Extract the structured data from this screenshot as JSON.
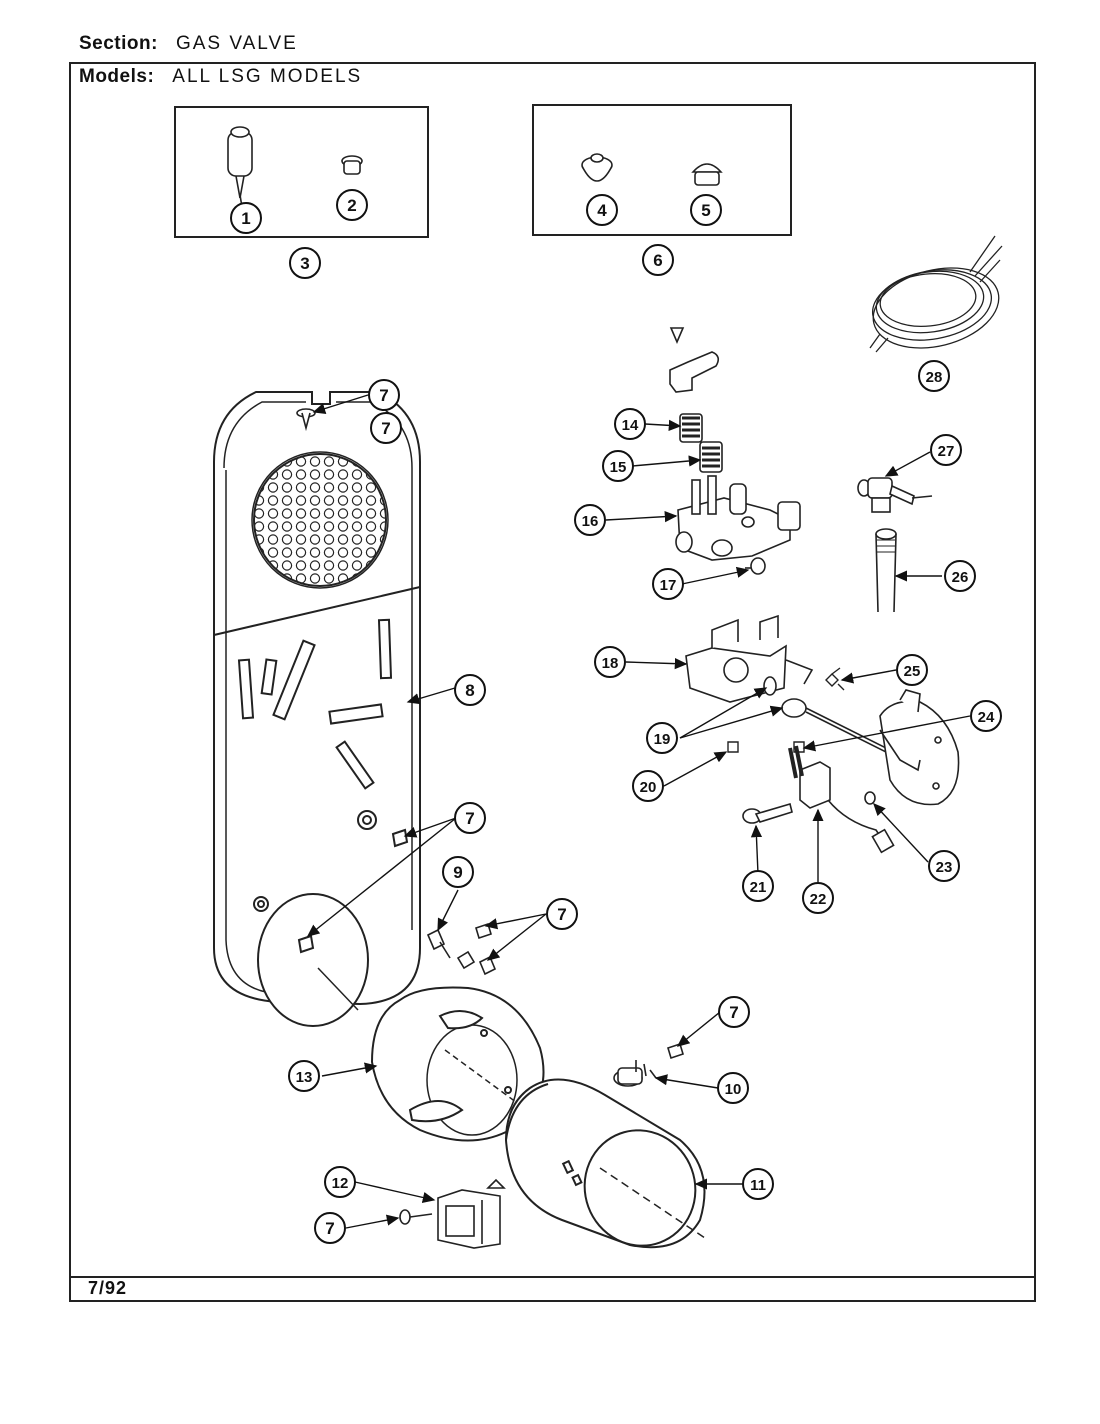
{
  "header": {
    "section_label": "Section:",
    "section_value": "GAS VALVE",
    "models_label": "Models:",
    "models_value": "ALL LSG MODELS"
  },
  "footer": {
    "date": "7/92"
  },
  "callouts": [
    "1",
    "2",
    "3",
    "4",
    "5",
    "6",
    "7",
    "7",
    "7",
    "7",
    "7",
    "7",
    "8",
    "9",
    "10",
    "11",
    "12",
    "13",
    "14",
    "15",
    "16",
    "17",
    "18",
    "19",
    "20",
    "21",
    "22",
    "23",
    "24",
    "25",
    "26",
    "27",
    "28"
  ]
}
